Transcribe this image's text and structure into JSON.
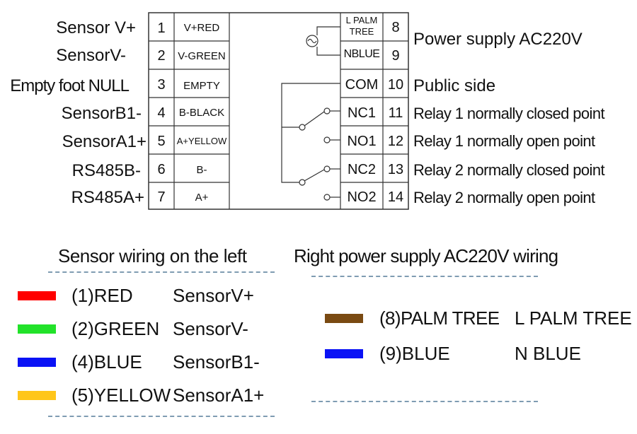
{
  "left_pins": [
    {
      "label": "Sensor V+",
      "num": "1",
      "cell": "V+RED"
    },
    {
      "label": "SensorV-",
      "num": "2",
      "cell": "V-GREEN"
    },
    {
      "label": "Empty foot NULL",
      "num": "3",
      "cell": "EMPTY"
    },
    {
      "label": "SensorB1-",
      "num": "4",
      "cell": "B-BLACK"
    },
    {
      "label": "SensorA1+",
      "num": "5",
      "cell": "A+YELLOW"
    },
    {
      "label": "RS485B-",
      "num": "6",
      "cell": "B-"
    },
    {
      "label": "RS485A+",
      "num": "7",
      "cell": "A+"
    }
  ],
  "right_pins": [
    {
      "cell": "L PALM TREE",
      "num": "8"
    },
    {
      "cell": "NBLUE",
      "num": "9"
    },
    {
      "cell": "COM",
      "num": "10"
    },
    {
      "cell": "NC1",
      "num": "11"
    },
    {
      "cell": "NO1",
      "num": "12"
    },
    {
      "cell": "NC2",
      "num": "13"
    },
    {
      "cell": "NO2",
      "num": "14"
    }
  ],
  "right_labels": {
    "power": "Power supply AC220V",
    "com": "Public side",
    "nc1": "Relay 1 normally closed point",
    "no1": "Relay 1 normally open point",
    "nc2": "Relay 2 normally closed point",
    "no2": "Relay 2 normally open point"
  },
  "left_legend": {
    "title": "Sensor wiring on the left",
    "items": [
      {
        "wire": "(1)RED",
        "signal": "SensorV+",
        "color": "#ff0000"
      },
      {
        "wire": "(2)GREEN",
        "signal": "SensorV-",
        "color": "#22e22a"
      },
      {
        "wire": "(4)BLUE",
        "signal": "SensorB1-",
        "color": "#0a12f5"
      },
      {
        "wire": "(5)YELLOW",
        "signal": "SensorA1+",
        "color": "#ffc61a"
      }
    ]
  },
  "right_legend": {
    "title": "Right power supply AC220V wiring",
    "items": [
      {
        "wire": "(8)PALM TREE",
        "signal": "L PALM TREE",
        "color": "#7a4a12"
      },
      {
        "wire": "(9)BLUE",
        "signal": "N BLUE",
        "color": "#0a12f5"
      }
    ]
  }
}
